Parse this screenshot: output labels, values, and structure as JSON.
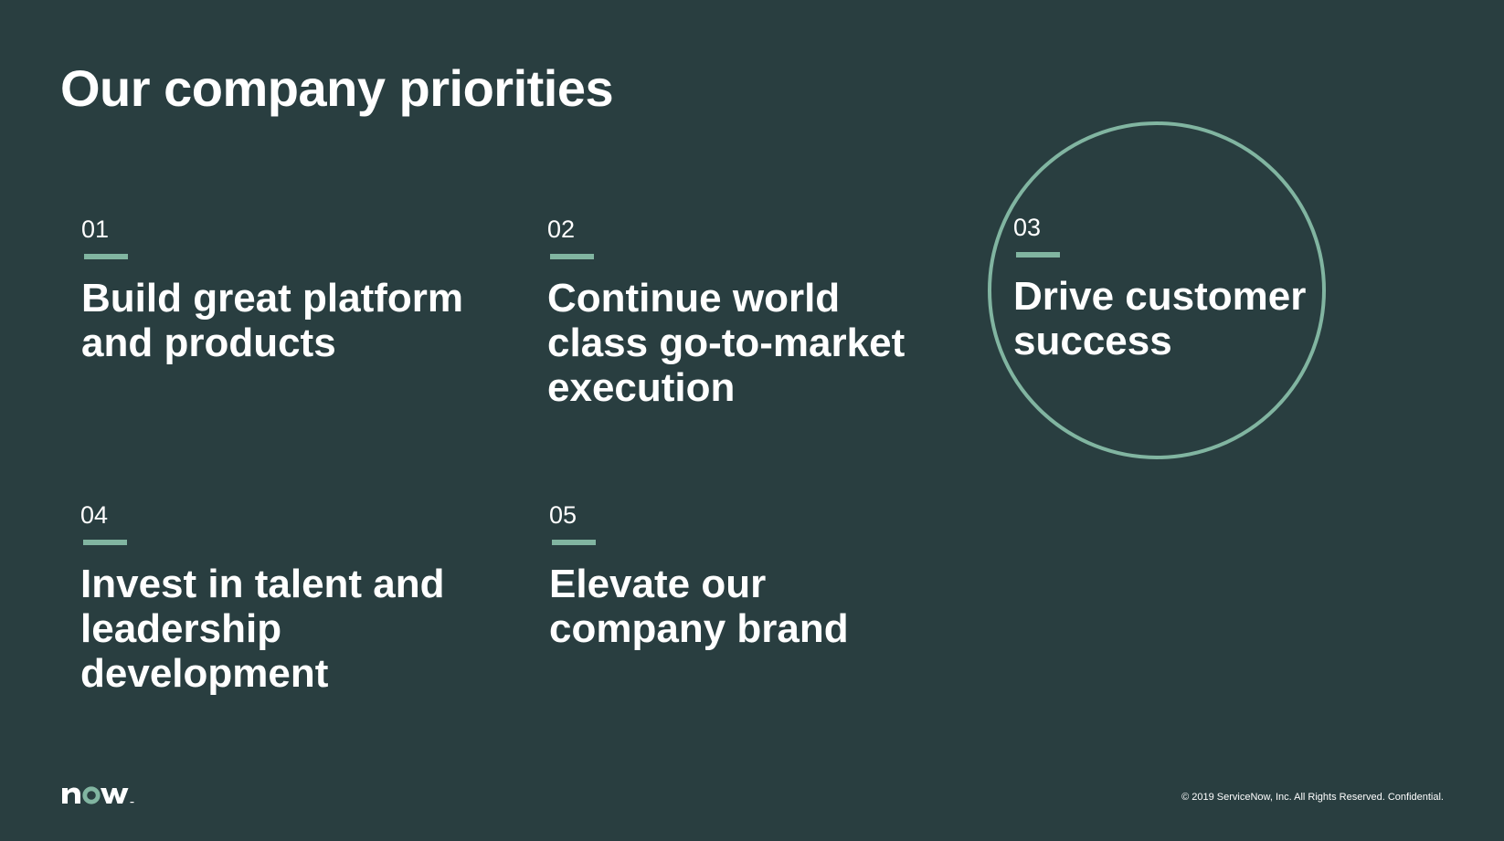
{
  "slide": {
    "title": "Our company priorities",
    "priorities": [
      {
        "number": "01",
        "text": "Build great platform and products"
      },
      {
        "number": "02",
        "text": "Continue world class go-to-market execution"
      },
      {
        "number": "03",
        "text": "Drive customer success"
      },
      {
        "number": "04",
        "text": "Invest in talent and leadership development"
      },
      {
        "number": "05",
        "text": "Elevate our company brand"
      }
    ],
    "highlighted_priority": "03"
  },
  "footer": {
    "logo_text": "now",
    "copyright": "© 2019 ServiceNow, Inc. All Rights Reserved. Confidential."
  },
  "colors": {
    "background": "#293e40",
    "accent": "#81b5a1",
    "text": "#ffffff"
  }
}
